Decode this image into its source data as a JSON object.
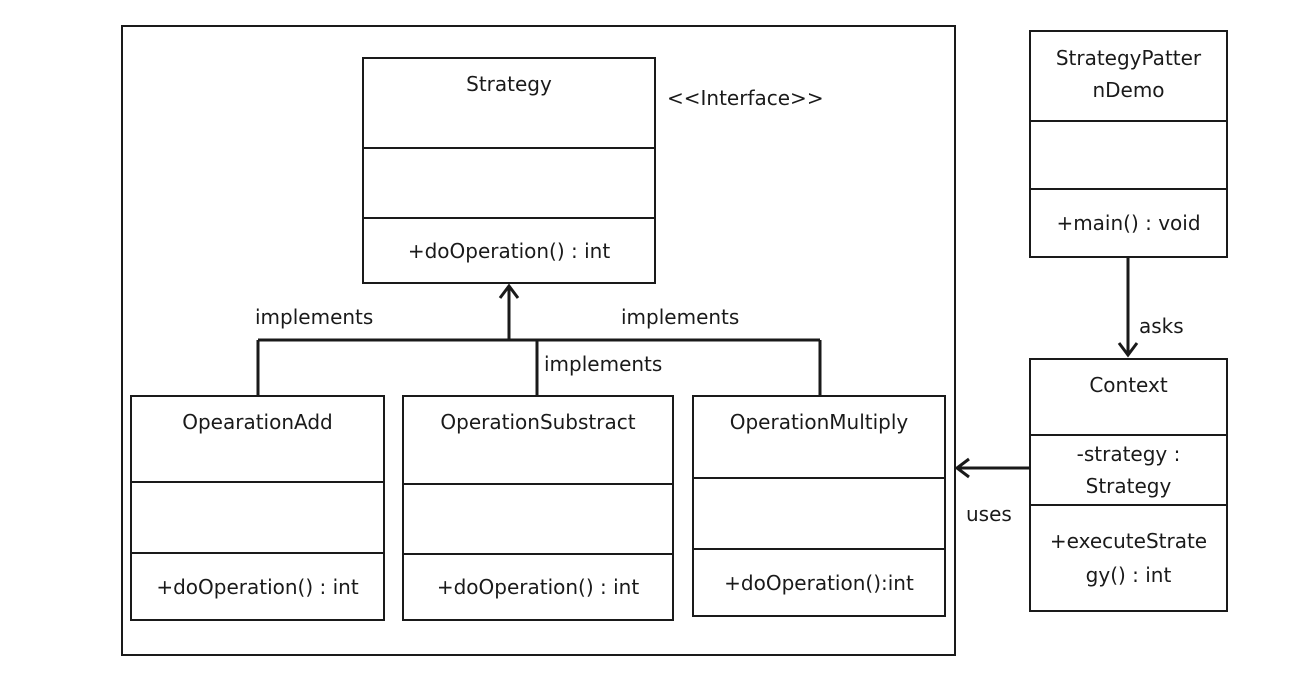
{
  "stereotype": "<<Interface>>",
  "classes": {
    "strategy": {
      "name": "Strategy",
      "attributes": "",
      "methods": "+doOperation()  : int"
    },
    "operation_add": {
      "name": "OpearationAdd",
      "attributes": "",
      "methods": "+doOperation()  : int"
    },
    "operation_substract": {
      "name": "OperationSubstract",
      "attributes": "",
      "methods": "+doOperation()  : int"
    },
    "operation_multiply": {
      "name": "OperationMultiply",
      "attributes": "",
      "methods": "+doOperation():int"
    },
    "demo": {
      "name_line1": "StrategyPatter",
      "name_line2": "nDemo",
      "attributes": "",
      "methods": "+main() : void"
    },
    "context": {
      "name": "Context",
      "attributes_line1": "-strategy :",
      "attributes_line2": "Strategy",
      "methods_line1": "+executeStrate",
      "methods_line2": "gy() : int"
    }
  },
  "relationships": {
    "implements_left": "implements",
    "implements_center": "implements",
    "implements_right": "implements",
    "asks": "asks",
    "uses": "uses"
  }
}
